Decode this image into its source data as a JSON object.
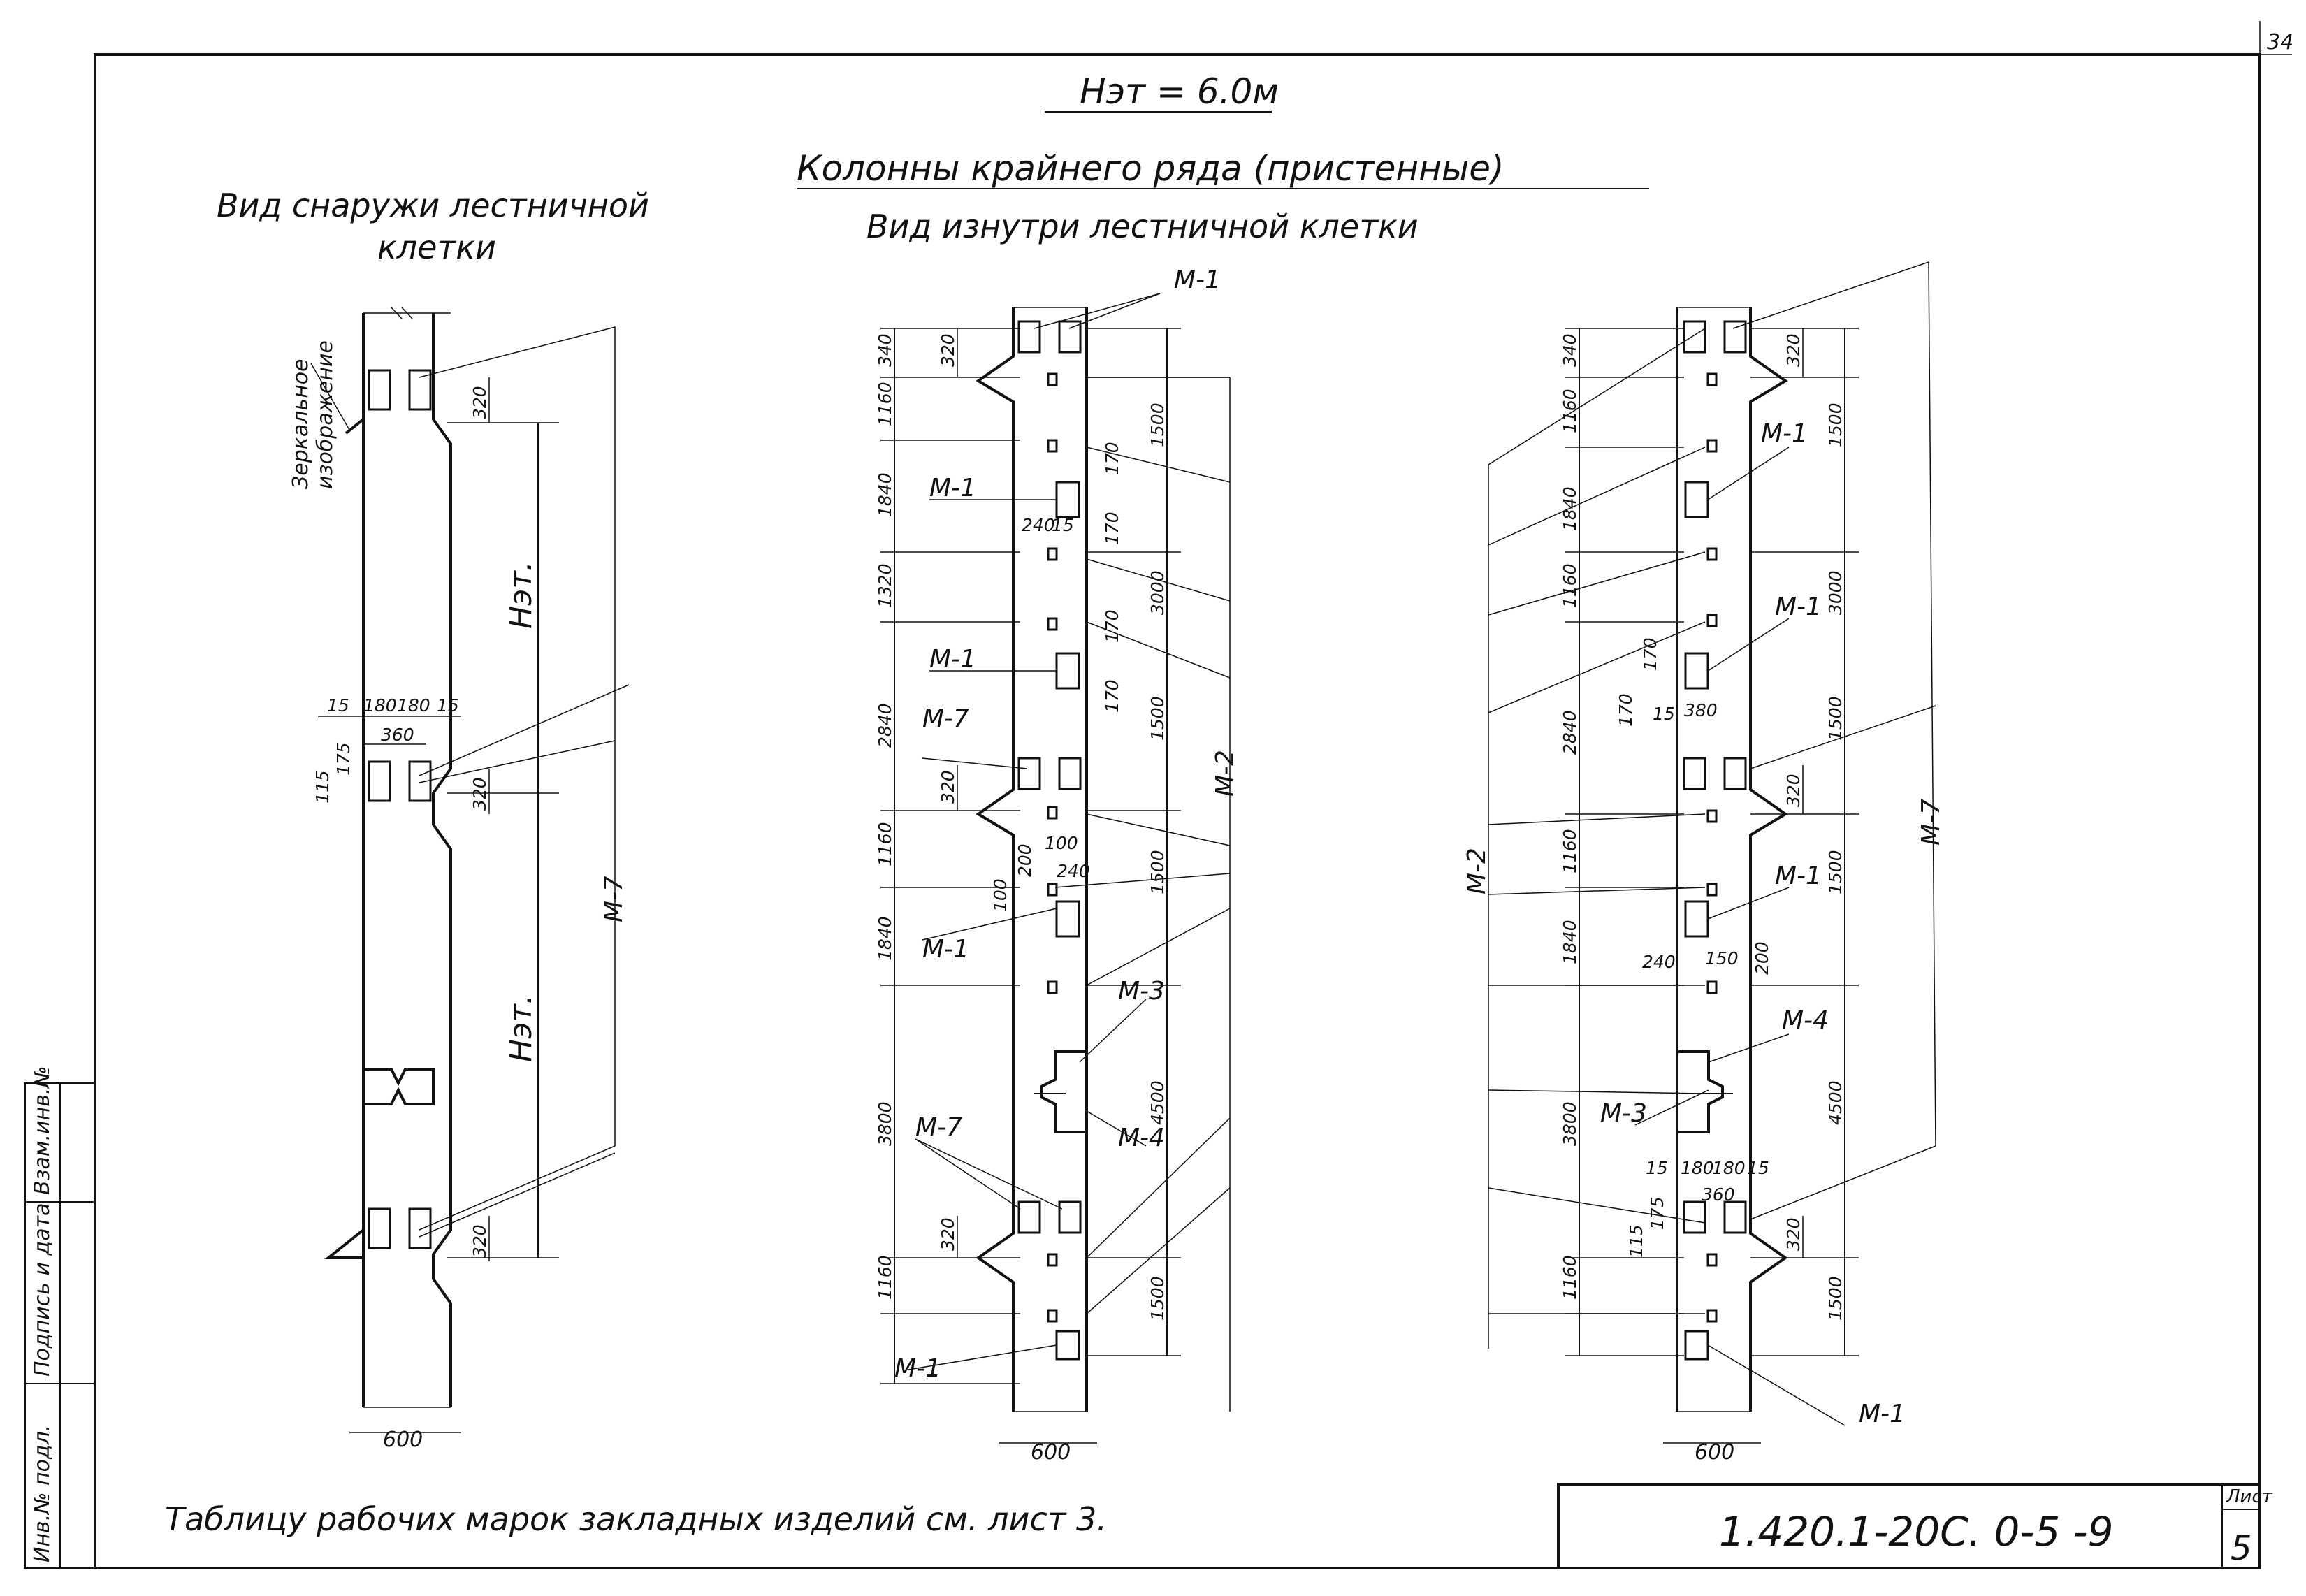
{
  "sheet_corner": "34",
  "header": {
    "floor_height": "Нэт = 6.0м",
    "title": "Колонны крайнего ряда (пристенные)",
    "view_outside": [
      "Вид снаружи лестничной",
      "клетки"
    ],
    "view_inside": "Вид изнутри лестничной клетки"
  },
  "col1": {
    "mirror_label": [
      "Зеркальное",
      "изображение"
    ],
    "dims": {
      "width": "600",
      "d320a": "320",
      "d320b": "320",
      "d320c": "320",
      "d15a": "15",
      "d180a": "180",
      "d180b": "180",
      "d15b": "15",
      "d360": "360",
      "d115": "115",
      "d175": "175"
    },
    "h_top": "Нэт.",
    "h_bottom": "Нэт.",
    "mark": "М-7"
  },
  "col2": {
    "marks": {
      "top": "М-1",
      "m1a": "М-1",
      "m1b": "М-1",
      "m7a": "М-7",
      "m1c": "М-1",
      "m3": "М-3",
      "m4": "М-4",
      "m7b": "М-7",
      "m1d": "М-1",
      "m2": "М-2"
    },
    "left_dims": [
      "340",
      "320",
      "1160",
      "1840",
      "1320",
      "2840",
      "320",
      "1160",
      "1840",
      "3800",
      "320",
      "1160"
    ],
    "right_dims": [
      "1500",
      "3000",
      "1500",
      "1500",
      "4500",
      "1500"
    ],
    "small_dims": [
      "170",
      "170",
      "170",
      "170",
      "240",
      "15",
      "100",
      "100",
      "200",
      "240"
    ],
    "width": "600"
  },
  "col3": {
    "marks": {
      "m1a": "М-1",
      "m1b": "М-1",
      "m1c": "М-1",
      "m4": "М-4",
      "m3": "М-3",
      "m1d": "М-1",
      "m2": "М-2",
      "m7": "М-7"
    },
    "left_dims": [
      "340",
      "1160",
      "1840",
      "1160",
      "2840",
      "1160",
      "1840",
      "3800",
      "1160"
    ],
    "right_dims": [
      "320",
      "1500",
      "3000",
      "1500",
      "320",
      "1500",
      "4500",
      "320",
      "1500"
    ],
    "small_dims": [
      "170",
      "170",
      "15",
      "380",
      "240",
      "150",
      "200",
      "15",
      "180",
      "180",
      "15",
      "360",
      "115",
      "175"
    ],
    "width": "600"
  },
  "footer": {
    "note": "Таблицу рабочих марок закладных изделий см. лист 3.",
    "doc_code": "1.420.1-20С. 0-5 -9",
    "sheet_label": "Лист",
    "sheet_num": "5"
  },
  "side_stamp": {
    "cells": [
      "Взам.инв.№",
      "Подпись и дата",
      "Инв.№ подл."
    ]
  }
}
